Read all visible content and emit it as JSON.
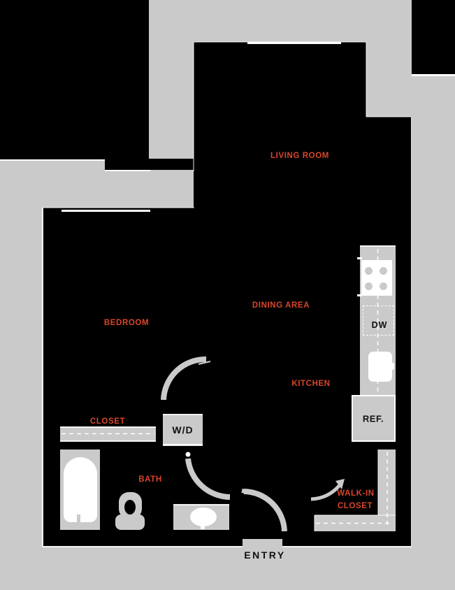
{
  "plan": {
    "rooms": {
      "living": "LIVING ROOM",
      "dining": "DINING AREA",
      "bedroom": "BEDROOM",
      "kitchen": "KITCHEN",
      "closet": "CLOSET",
      "bath": "BATH",
      "wic_line1": "WALK-IN",
      "wic_line2": "CLOSET"
    },
    "appliances": {
      "washer_dryer": "W/D",
      "dishwasher": "DW",
      "refrigerator": "REF."
    },
    "entry_label": "ENTRY",
    "colors": {
      "background": "#c9cac9",
      "unit_interior": "#000000",
      "label_red": "#d8452a",
      "fixture_white": "#ffffff"
    }
  }
}
